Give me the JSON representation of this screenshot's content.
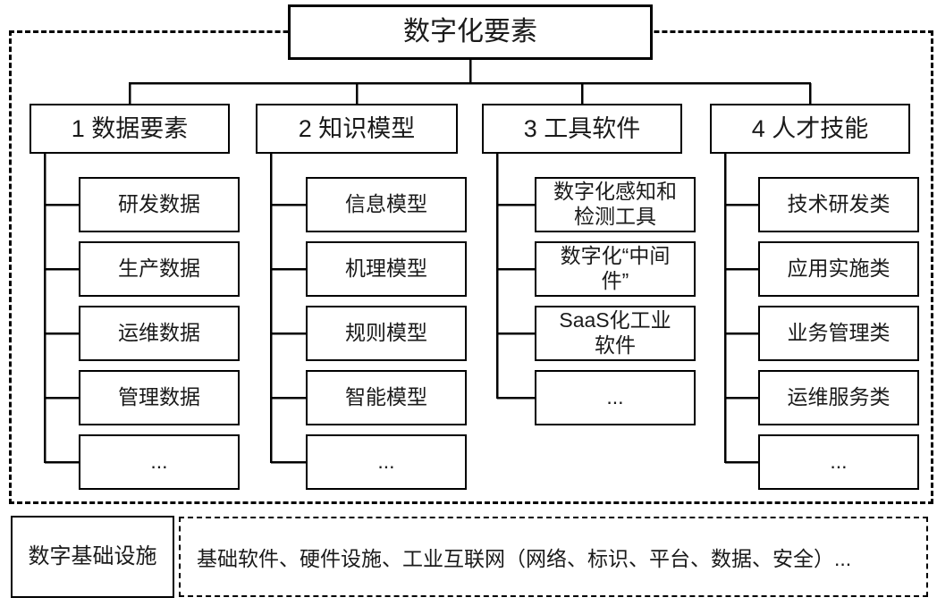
{
  "root_label": "数字化要素",
  "columns": [
    {
      "label": "1 数据要素",
      "children": [
        "研发数据",
        "生产数据",
        "运维数据",
        "管理数据",
        "..."
      ]
    },
    {
      "label": "2 知识模型",
      "children": [
        "信息模型",
        "机理模型",
        "规则模型",
        "智能模型",
        "..."
      ]
    },
    {
      "label": "3 工具软件",
      "children": [
        "数字化感知和\n检测工具",
        "数字化“中间\n件”",
        "SaaS化工业\n软件",
        "..."
      ]
    },
    {
      "label": "4 人才技能",
      "children": [
        "技术研发类",
        "应用实施类",
        "业务管理类",
        "运维服务类",
        "..."
      ]
    }
  ],
  "infrastructure": {
    "label": "数字基础设施",
    "description": "基础软件、硬件设施、工业互联网（网络、标识、平台、数据、安全）..."
  },
  "colors": {
    "line": "#000000",
    "box_border": "#000000",
    "background": "#ffffff"
  }
}
